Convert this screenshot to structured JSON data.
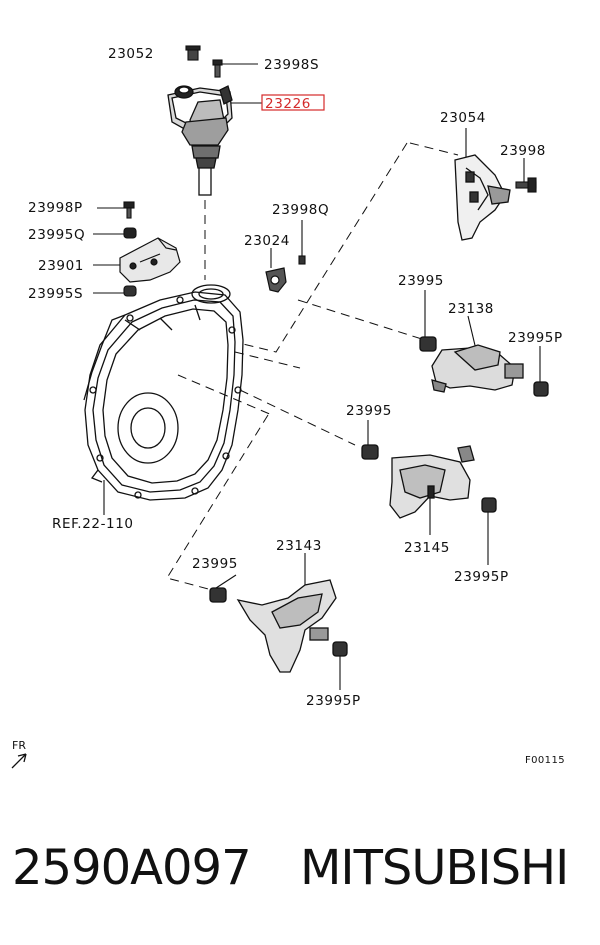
{
  "diagram": {
    "labels": {
      "l23052": "23052",
      "l23998S": "23998S",
      "l23226": "23226",
      "l23054": "23054",
      "l23998": "23998",
      "l23998P": "23998P",
      "l23995Q": "23995Q",
      "l23901": "23901",
      "l23995S": "23995S",
      "l23998Q": "23998Q",
      "l23024": "23024",
      "l23995a": "23995",
      "l23138": "23138",
      "l23995Pa": "23995P",
      "l23995b": "23995",
      "l23145": "23145",
      "l23995Pb": "23995P",
      "l23143": "23143",
      "l23995c": "23995",
      "l23995Pc": "23995P",
      "ref": "REF.22-110"
    },
    "highlight_color": "#d42a2a",
    "front_marker": "FR",
    "figure_code": "F00115"
  },
  "caption": {
    "part_number": "2590A097",
    "brand": "MITSUBISHI"
  }
}
